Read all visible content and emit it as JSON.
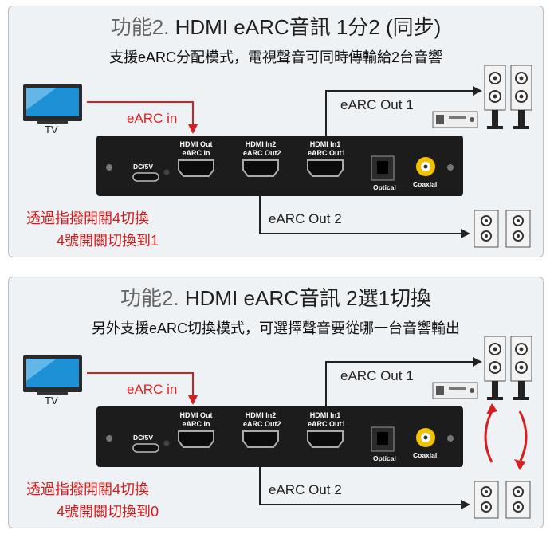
{
  "panel1": {
    "title_prefix": "功能2.",
    "title_main": "HDMI eARC音訊 1分2 (同步)",
    "subtitle": "支援eARC分配模式，電視聲音可同時傳輸給2台音響",
    "tv_label": "TV",
    "earc_in": "eARC in",
    "out1": "eARC Out 1",
    "out2": "eARC Out 2",
    "note_line1": "透過指撥開關4切換",
    "note_line2": "4號開關切換到1",
    "device": {
      "dc": "DC/5V",
      "hdmi_out_l1": "HDMI Out",
      "hdmi_out_l2": "eARC In",
      "hdmi_in2_l1": "HDMI In2",
      "hdmi_in2_l2": "eARC Out2",
      "hdmi_in1_l1": "HDMI In1",
      "hdmi_in1_l2": "eARC Out1",
      "optical": "Optical",
      "coaxial": "Coaxial"
    }
  },
  "panel2": {
    "title_prefix": "功能2.",
    "title_main": "HDMI eARC音訊 2選1切換",
    "subtitle": "另外支援eARC切換模式，可選擇聲音要從哪一台音響輸出",
    "tv_label": "TV",
    "earc_in": "eARC in",
    "out1": "eARC Out 1",
    "out2": "eARC Out 2",
    "note_line1": "透過指撥開關4切換",
    "note_line2": "4號開關切換到0",
    "device": {
      "dc": "DC/5V",
      "hdmi_out_l1": "HDMI Out",
      "hdmi_out_l2": "eARC In",
      "hdmi_in2_l1": "HDMI In2",
      "hdmi_in2_l2": "eARC Out2",
      "hdmi_in1_l1": "HDMI In1",
      "hdmi_in1_l2": "eARC Out1",
      "optical": "Optical",
      "coaxial": "Coaxial"
    }
  },
  "colors": {
    "accent_red": "#d42020",
    "wire_black": "#222222",
    "tv_screen": "#1e90d6",
    "device_body": "#1c1c1c",
    "coax_yellow": "#f2c200"
  }
}
